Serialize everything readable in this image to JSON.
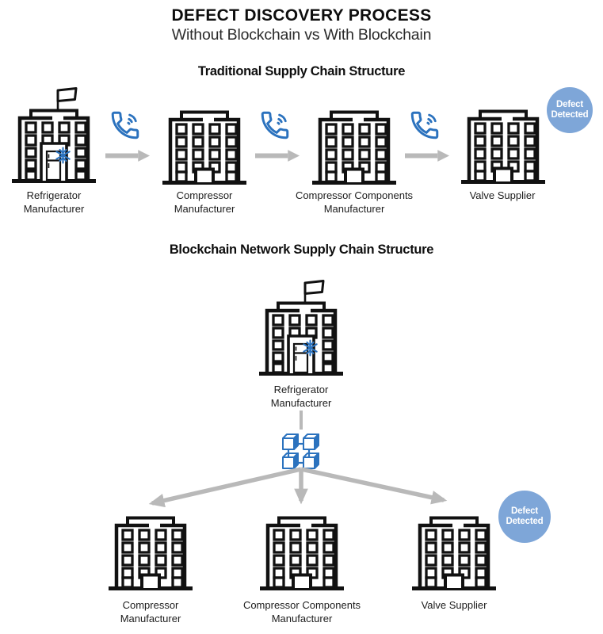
{
  "title": "DEFECT DISCOVERY PROCESS",
  "subtitle": "Without Blockchain vs With Blockchain",
  "colors": {
    "ink": "#111111",
    "icon_blue": "#2B72BE",
    "arrow_gray": "#B9B9B9",
    "badge_blue": "#7EA6D8",
    "badge_text": "#FFFFFF",
    "background": "#FFFFFF"
  },
  "traditional": {
    "heading": "Traditional Supply Chain Structure",
    "nodes": [
      {
        "label": "Refrigerator Manufacturer",
        "icon": "building-flag-fridge"
      },
      {
        "label": "Compressor Manufacturer",
        "icon": "office-building"
      },
      {
        "label": "Compressor Components Manufacturer",
        "icon": "office-building"
      },
      {
        "label": "Valve Supplier",
        "icon": "office-building"
      }
    ],
    "link_icons": [
      "phone-call",
      "arrow-right"
    ],
    "badge": "Defect Detected"
  },
  "blockchain": {
    "heading": "Blockchain Network Supply Chain Structure",
    "root": {
      "label": "Refrigerator Manufacturer",
      "icon": "building-flag-fridge"
    },
    "hub_icon": "blockchain-cubes",
    "children": [
      {
        "label": "Compressor Manufacturer",
        "icon": "office-building"
      },
      {
        "label": "Compressor Components Manufacturer",
        "icon": "office-building"
      },
      {
        "label": "Valve Supplier",
        "icon": "office-building"
      }
    ],
    "badge": "Defect Detected"
  },
  "icons": {
    "phone-call-icon": "outlined handset with three sound waves",
    "arrow-right-icon": "thick gray right arrow",
    "branch-arrows-icon": "three gray arrows fanning down",
    "blockchain-icon": "four linked 3D cubes",
    "building-icon": "line-art office building",
    "flag-icon": "flag on rooftop pole",
    "snowflake-icon": "blue snowflake on refrigerator",
    "fridge-icon": "refrigerator in doorway"
  }
}
